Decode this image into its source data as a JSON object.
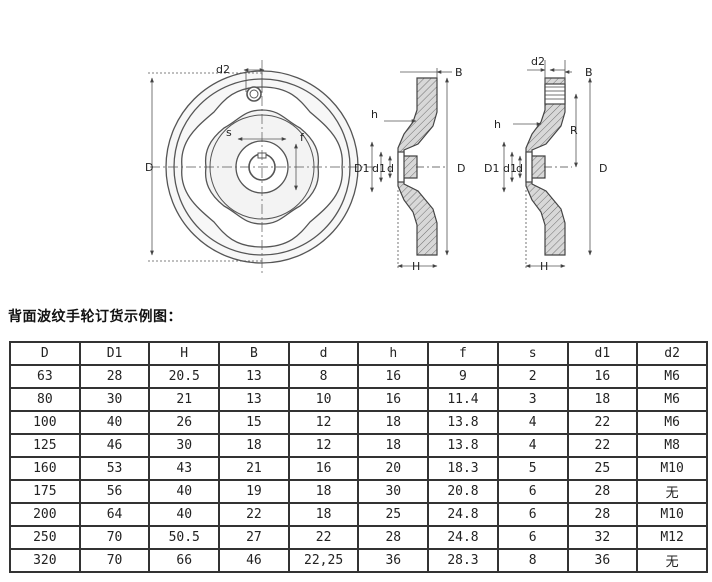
{
  "drawing": {
    "front": {
      "d2": "d2",
      "s": "s",
      "f": "f",
      "D": "D"
    },
    "side1": {
      "B": "B",
      "h": "h",
      "D1": "D1",
      "d1": "d1",
      "d": "d",
      "D": "D",
      "H": "H"
    },
    "side2": {
      "d2": "d2",
      "B": "B",
      "R": "R",
      "h": "h",
      "D1": "D1",
      "d1": "d1",
      "d": "d",
      "D": "D",
      "H": "H"
    }
  },
  "caption": "背面波纹手轮订货示例图：",
  "table": {
    "headers": [
      "D",
      "D1",
      "H",
      "B",
      "d",
      "h",
      "f",
      "s",
      "d1",
      "d2"
    ],
    "rows": [
      [
        "63",
        "28",
        "20.5",
        "13",
        "8",
        "16",
        "9",
        "2",
        "16",
        "M6"
      ],
      [
        "80",
        "30",
        "21",
        "13",
        "10",
        "16",
        "11.4",
        "3",
        "18",
        "M6"
      ],
      [
        "100",
        "40",
        "26",
        "15",
        "12",
        "18",
        "13.8",
        "4",
        "22",
        "M6"
      ],
      [
        "125",
        "46",
        "30",
        "18",
        "12",
        "18",
        "13.8",
        "4",
        "22",
        "M8"
      ],
      [
        "160",
        "53",
        "43",
        "21",
        "16",
        "20",
        "18.3",
        "5",
        "25",
        "M10"
      ],
      [
        "175",
        "56",
        "40",
        "19",
        "18",
        "30",
        "20.8",
        "6",
        "28",
        "无"
      ],
      [
        "200",
        "64",
        "40",
        "22",
        "18",
        "25",
        "24.8",
        "6",
        "28",
        "M10"
      ],
      [
        "250",
        "70",
        "50.5",
        "27",
        "22",
        "28",
        "24.8",
        "6",
        "32",
        "M12"
      ],
      [
        "320",
        "70",
        "66",
        "46",
        "22,25",
        "36",
        "28.3",
        "8",
        "36",
        "无"
      ]
    ]
  }
}
